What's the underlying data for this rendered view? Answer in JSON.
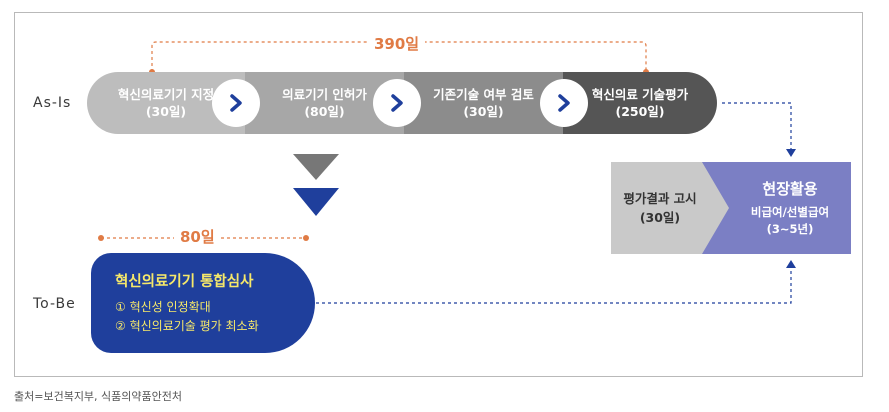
{
  "as_is": {
    "row_label": "As-Is",
    "total_days": "390일",
    "steps": [
      {
        "title": "혁신의료기기 지정",
        "days": "(30일)"
      },
      {
        "title": "의료기기 인허가",
        "days": "(80일)"
      },
      {
        "title": "기존기술 여부 검토",
        "days": "(30일)"
      },
      {
        "title": "혁신의료 기술평가",
        "days": "(250일)"
      }
    ]
  },
  "to_be": {
    "row_label": "To-Be",
    "total_days": "80일",
    "title": "혁신의료기기 통합심사",
    "items": [
      "① 혁신성 인정확대",
      "② 혁신의료기술 평가 최소화"
    ]
  },
  "result": {
    "notice_title": "평가결과 고시",
    "notice_days": "(30일)",
    "field_title": "현장활용",
    "field_sub": "비급여/선별급여",
    "field_years": "(3~5년)"
  },
  "source": "출처=보건복지부, 식품의약품안전처",
  "colors": {
    "orange": "#e07b45",
    "navy": "#1f3f9c",
    "yellow": "#f6e86a",
    "lavender": "#7b7fc4"
  },
  "icons": [
    "chevron-right-icon",
    "arrow-down-triangle-icon",
    "arrow-head-icon"
  ]
}
